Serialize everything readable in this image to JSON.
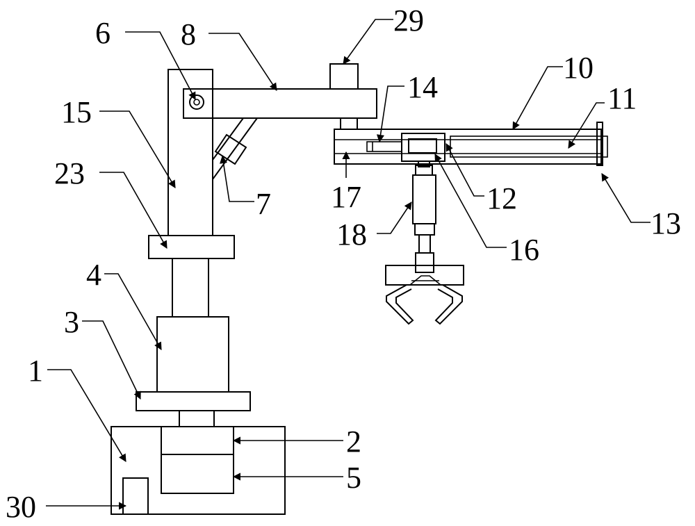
{
  "labels": {
    "l1": "1",
    "l2": "2",
    "l3": "3",
    "l4": "4",
    "l5": "5",
    "l6": "6",
    "l7": "7",
    "l8": "8",
    "l10": "10",
    "l11": "11",
    "l12": "12",
    "l13": "13",
    "l14": "14",
    "l15": "15",
    "l16": "16",
    "l17": "17",
    "l18": "18",
    "l23": "23",
    "l29": "29",
    "l30": "30"
  },
  "colors": {
    "line": "#000000",
    "background": "#ffffff"
  }
}
